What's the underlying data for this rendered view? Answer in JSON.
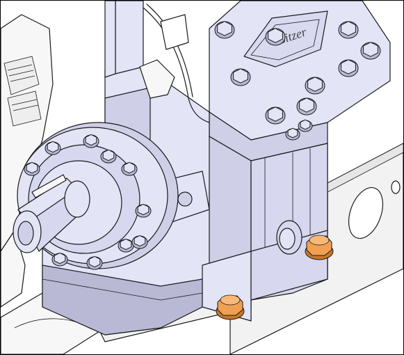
{
  "figure": {
    "kind": "technical-illustration",
    "subject": "compressor-shaft-end-mounting-bolts",
    "colors": {
      "body": "#e4e4f7",
      "body_shade": "#cfcfe8",
      "body_dark": "#b9b9d6",
      "frame": "#f2f2f2",
      "background_parts": "#f7f7f7",
      "highlight_bolt": "#f0a050",
      "highlight_bolt_dark": "#c9772a",
      "outline": "#1a1a1a"
    },
    "highlighted_parts": [
      "mounting-bolt-front",
      "mounting-bolt-rear"
    ],
    "logo_text": "Bitzer"
  }
}
